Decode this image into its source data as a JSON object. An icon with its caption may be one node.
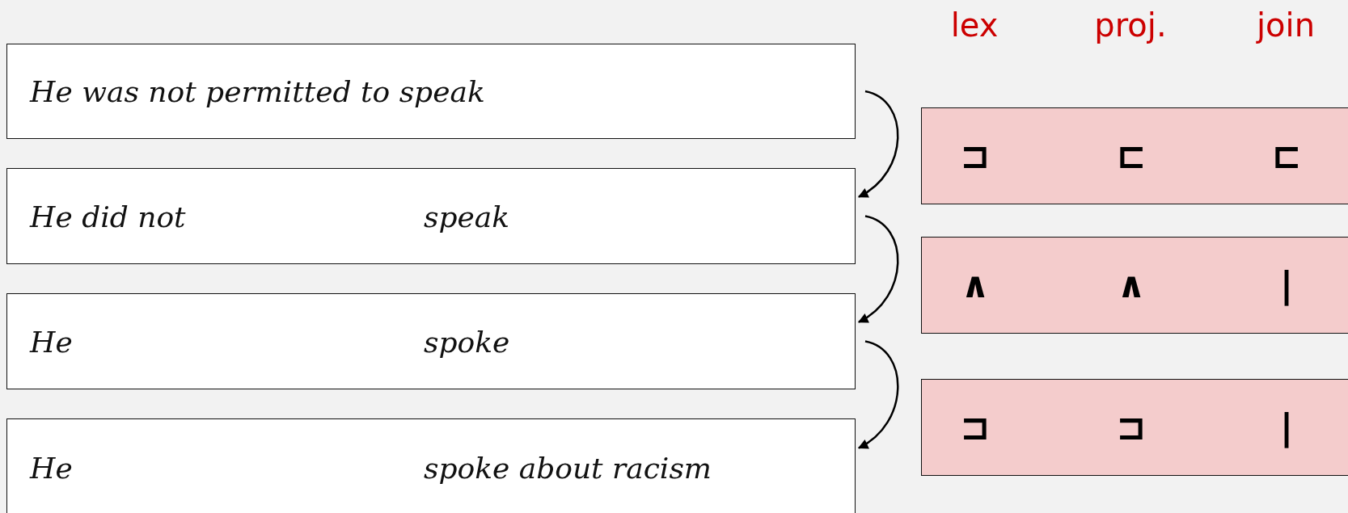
{
  "diagram": {
    "nodes": [
      {
        "text": [
          "He was not permitted to speak"
        ]
      },
      {
        "text": [
          "He did not",
          "speak"
        ]
      },
      {
        "text": [
          "He",
          "spoke"
        ]
      },
      {
        "text": [
          "He",
          "spoke about racism"
        ]
      },
      {
        "text": [
          "⊐",
          "⊏",
          "⊏"
        ]
      },
      {
        "text": [
          "∧",
          "∧",
          "|"
        ]
      },
      {
        "text": [
          "⊐",
          "⊐",
          "|"
        ]
      }
    ],
    "edges": [
      {
        "from": 0,
        "to": 1,
        "arrow": "to"
      },
      {
        "from": 1,
        "to": 2,
        "arrow": "to"
      },
      {
        "from": 2,
        "to": 3,
        "arrow": "to"
      }
    ],
    "labels": [
      "lex",
      "proj.",
      "join"
    ]
  }
}
